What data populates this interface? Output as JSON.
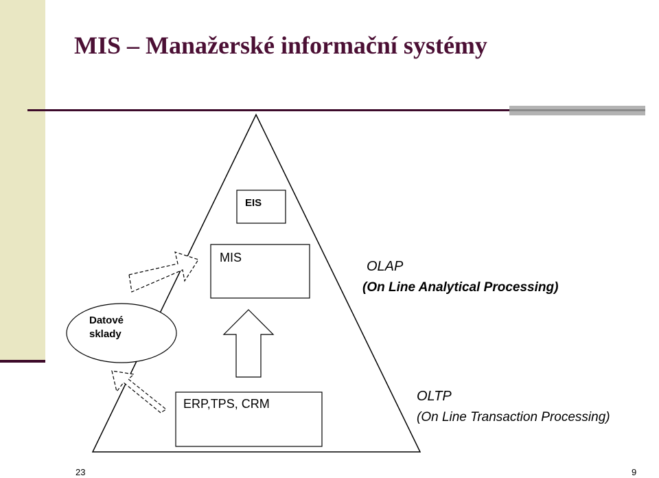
{
  "slide": {
    "title": "MIS – Manažerské informační systémy",
    "page_left": "23",
    "page_right": "9"
  },
  "diagram": {
    "eis_label": "EIS",
    "mis_label": "MIS",
    "erp_label": "ERP,TPS, CRM",
    "warehouse_line1": "Datové",
    "warehouse_line2": "sklady"
  },
  "notes": {
    "olap_title": "OLAP",
    "olap_desc": "(On Line Analytical Processing)",
    "oltp_title": "OLTP",
    "oltp_desc": "(On Line Transaction Processing)"
  },
  "colors": {
    "title": "#4b0f34",
    "sidebar": "#e9e7c3",
    "rule": "#3d0a2a",
    "accent_bar": "#b3b3b3"
  }
}
